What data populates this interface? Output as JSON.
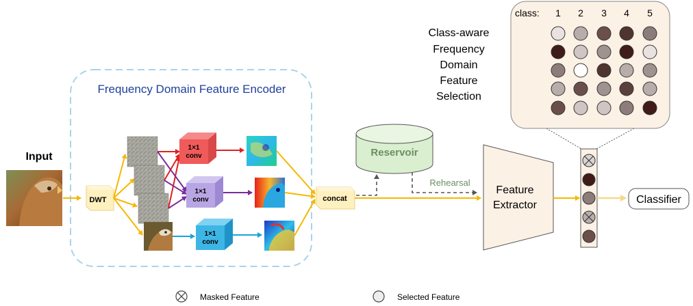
{
  "input_label": "Input",
  "encoder": {
    "title": "Frequency Domain Feature Encoder"
  },
  "dwt_label": "DWT",
  "conv_blocks": [
    {
      "line1": "1×1",
      "line2": "conv",
      "color": "#f05a5a"
    },
    {
      "line1": "1×1",
      "line2": "conv",
      "color": "#b8a5e3"
    },
    {
      "line1": "1×1",
      "line2": "conv",
      "color": "#3db6e6"
    }
  ],
  "concat_label": "concat",
  "reservoir_label": "Reservoir",
  "rehearsal_label": "Rehearsal",
  "feature_extractor": {
    "line1": "Feature",
    "line2": "Extractor"
  },
  "classifier_label": "Classifier",
  "selection": {
    "title_lines": [
      "Class-aware",
      "Frequency",
      "Domain",
      "Feature",
      "Selection"
    ],
    "class_label": "class:",
    "class_numbers": [
      "1",
      "2",
      "3",
      "4",
      "5"
    ],
    "grid_colors": [
      [
        "#e9e2e1",
        "#b8adab",
        "#6a4f4b",
        "#4f3430",
        "#8d7d7a"
      ],
      [
        "#3f1c18",
        "#cfc6c4",
        "#9f928f",
        "#3f1c18",
        "#e9e2e1"
      ],
      [
        "#8d7d7a",
        "#ffffff",
        "#4f3430",
        "#b8adab",
        "#9f928f"
      ],
      [
        "#b8adab",
        "#6a4f4b",
        "#9f928f",
        "#5a403c",
        "#b8adab"
      ],
      [
        "#6a4f4b",
        "#cfc6c4",
        "#cfc6c4",
        "#8d7d7a",
        "#3f1c18"
      ]
    ]
  },
  "vector_cells": [
    {
      "kind": "masked",
      "color": "#d8d2d1"
    },
    {
      "kind": "filled",
      "color": "#3f1c18"
    },
    {
      "kind": "filled",
      "color": "#8d7d7a"
    },
    {
      "kind": "masked",
      "color": "#b8adab"
    },
    {
      "kind": "filled",
      "color": "#6a4f4b"
    }
  ],
  "legend": {
    "masked": "Masked Feature",
    "selected": "Selected Feature"
  },
  "colors": {
    "arrow": "#f5b800",
    "encoder_border": "#a9d3ea",
    "reservoir": "#d9efcf",
    "reservoir_text": "#6a8f63",
    "encoder_title": "#1f3f9a"
  }
}
